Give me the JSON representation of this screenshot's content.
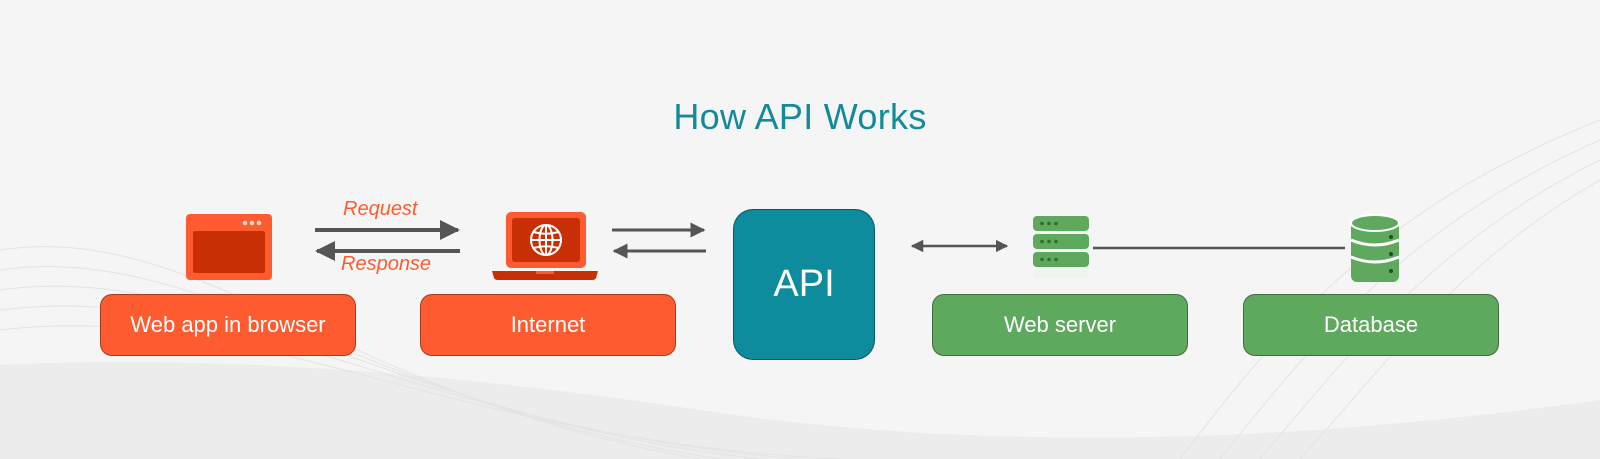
{
  "title": "How API Works",
  "arrows": {
    "request": "Request",
    "response": "Response"
  },
  "nodes": {
    "browser": "Web app in browser",
    "internet": "Internet",
    "api": "API",
    "web_server": "Web server",
    "database": "Database"
  },
  "colors": {
    "title": "#138a9a",
    "client_side": "#fe5c30",
    "api": "#0e8b9c",
    "server_side": "#5fa95f",
    "arrow": "#555555"
  },
  "icons": {
    "browser": "browser-window-icon",
    "internet": "laptop-globe-icon",
    "web_server": "server-rack-icon",
    "database": "database-stack-icon"
  }
}
